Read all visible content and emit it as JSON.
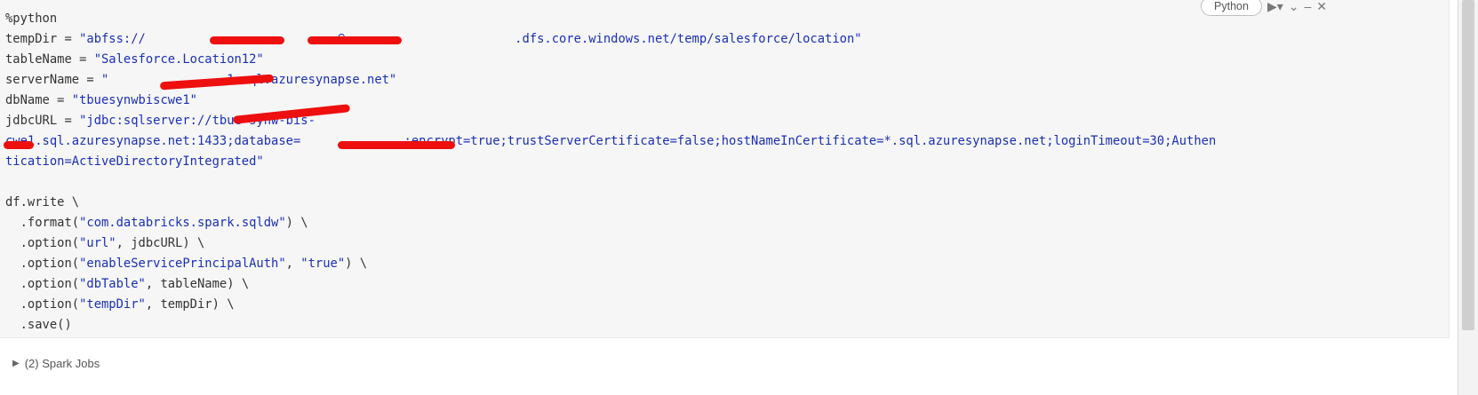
{
  "cell": {
    "language_label": "Python",
    "code": {
      "magic": "%python",
      "l1_pre": "tempDir = ",
      "l1_str": "\"abfss://                          @                       .dfs.core.windows.net/temp/salesforce/location\"",
      "l2_pre": "tableName = ",
      "l2_str": "\"Salesforce.Location12\"",
      "l3_pre": "serverName = ",
      "l3_str": "\"                1.sql.azuresynapse.net\"",
      "l4_pre": "dbName = ",
      "l4_str": "\"tbuesynwbiscwe1\"",
      "l5_pre": "jdbcURL = ",
      "l5_str": "\"jdbc:sqlserver://tbue-synw-bis-",
      "l6_str": "cwe1.sql.azuresynapse.net:1433;database=              ;encrypt=true;trustServerCertificate=false;hostNameInCertificate=*.sql.azuresynapse.net;loginTimeout=30;Authen",
      "l7_str": "tication=ActiveDirectoryIntegrated\"",
      "w1": "df.write \\",
      "w2_pre": "  .format(",
      "w2_str": "\"com.databricks.spark.sqldw\"",
      "w2_post": ") \\",
      "w3_pre": "  .option(",
      "w3_str": "\"url\"",
      "w3_post": ", jdbcURL) \\",
      "w4_pre": "  .option(",
      "w4_str1": "\"enableServicePrincipalAuth\"",
      "w4_mid": ", ",
      "w4_str2": "\"true\"",
      "w4_post": ") \\",
      "w5_pre": "  .option(",
      "w5_str": "\"dbTable\"",
      "w5_post": ", tableName) \\",
      "w6_pre": "  .option(",
      "w6_str": "\"tempDir\"",
      "w6_post": ", tempDir) \\",
      "w7": "  .save()"
    }
  },
  "spark_jobs": {
    "label": "(2) Spark Jobs"
  },
  "icons": {
    "run": "run-icon",
    "menu": "chevron-down-icon",
    "minimize": "minimize-icon",
    "close": "close-icon",
    "expand": "caret-right-icon"
  },
  "colors": {
    "string": "#1b2fb4",
    "code_text": "#333333",
    "cell_bg": "#f6f6f6",
    "redaction": "#ee0f0f"
  }
}
